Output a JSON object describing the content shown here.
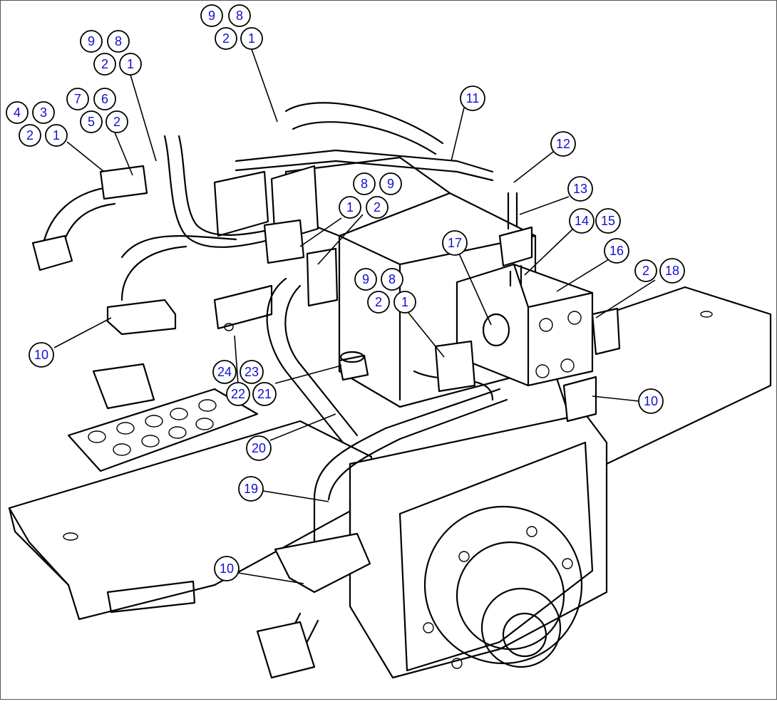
{
  "callouts": [
    {
      "id": "c1",
      "label": "9"
    },
    {
      "id": "c2",
      "label": "8"
    },
    {
      "id": "c3",
      "label": "2"
    },
    {
      "id": "c4",
      "label": "1"
    },
    {
      "id": "c5",
      "label": "9"
    },
    {
      "id": "c6",
      "label": "8"
    },
    {
      "id": "c7",
      "label": "2"
    },
    {
      "id": "c8",
      "label": "1"
    },
    {
      "id": "c9",
      "label": "7"
    },
    {
      "id": "c10",
      "label": "6"
    },
    {
      "id": "c11",
      "label": "5"
    },
    {
      "id": "c12",
      "label": "2"
    },
    {
      "id": "c13",
      "label": "4"
    },
    {
      "id": "c14",
      "label": "3"
    },
    {
      "id": "c15",
      "label": "2"
    },
    {
      "id": "c16",
      "label": "1"
    },
    {
      "id": "c17",
      "label": "11"
    },
    {
      "id": "c18",
      "label": "12"
    },
    {
      "id": "c19",
      "label": "13"
    },
    {
      "id": "c20",
      "label": "14"
    },
    {
      "id": "c21",
      "label": "15"
    },
    {
      "id": "c22",
      "label": "16"
    },
    {
      "id": "c23",
      "label": "2"
    },
    {
      "id": "c24",
      "label": "18"
    },
    {
      "id": "c25",
      "label": "8"
    },
    {
      "id": "c26",
      "label": "9"
    },
    {
      "id": "c27",
      "label": "1"
    },
    {
      "id": "c28",
      "label": "2"
    },
    {
      "id": "c29",
      "label": "17"
    },
    {
      "id": "c30",
      "label": "9"
    },
    {
      "id": "c31",
      "label": "8"
    },
    {
      "id": "c32",
      "label": "2"
    },
    {
      "id": "c33",
      "label": "1"
    },
    {
      "id": "c34",
      "label": "10"
    },
    {
      "id": "c35",
      "label": "10"
    },
    {
      "id": "c36",
      "label": "24"
    },
    {
      "id": "c37",
      "label": "23"
    },
    {
      "id": "c38",
      "label": "22"
    },
    {
      "id": "c39",
      "label": "21"
    },
    {
      "id": "c40",
      "label": "20"
    },
    {
      "id": "c41",
      "label": "19"
    },
    {
      "id": "c42",
      "label": "10"
    }
  ]
}
